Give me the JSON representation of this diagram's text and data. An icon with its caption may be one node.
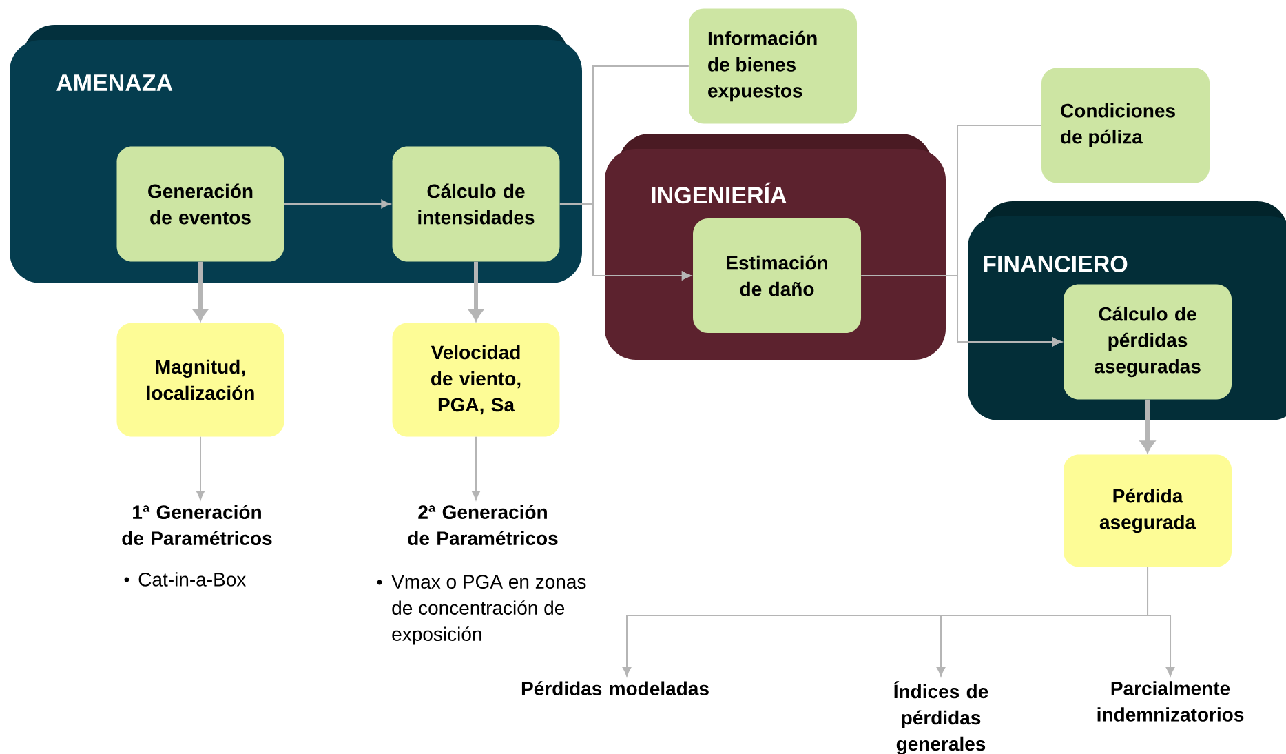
{
  "diagram": {
    "nodes": [
      {
        "text": [
          "AMENAZA"
        ]
      },
      {
        "text": [
          "Generación de eventos"
        ],
        "in": 0
      },
      {
        "text": [
          "Cálculo de intensidades"
        ],
        "in": 0
      },
      {
        "text": [
          "Magnitud, localización"
        ]
      },
      {
        "text": [
          "Velocidad de viento, PGA, Sa"
        ]
      },
      {
        "text": [
          "1ª Generación de Paramétricos"
        ],
        "beside": [
          "Cat-in-a-Box"
        ]
      },
      {
        "text": [
          "2ª Generación de Paramétricos"
        ],
        "beside": [
          "Vmax o PGA en zonas de concentración de exposición"
        ]
      },
      {
        "text": [
          "Información de bienes expuestos"
        ]
      },
      {
        "text": [
          "INGENIERÍA"
        ]
      },
      {
        "text": [
          "Estimación de daño"
        ],
        "in": 8
      },
      {
        "text": [
          "Condiciones de póliza"
        ]
      },
      {
        "text": [
          "FINANCIERO"
        ]
      },
      {
        "text": [
          "Cálculo de pérdidas aseguradas"
        ],
        "in": 11
      },
      {
        "text": [
          "Pérdida asegurada"
        ]
      },
      {
        "text": [
          "Pérdidas modeladas"
        ]
      },
      {
        "text": [
          "Índices de pérdidas generales"
        ]
      },
      {
        "text": [
          "Parcialmente indemnizatorios"
        ]
      }
    ],
    "edges": [
      {
        "from": 1,
        "to": 2,
        "arrow": "to"
      },
      {
        "from": 1,
        "to": 3,
        "arrow": "to",
        "style": "thick"
      },
      {
        "from": 2,
        "to": 4,
        "arrow": "to",
        "style": "thick"
      },
      {
        "from": 3,
        "to": 5,
        "arrow": "to"
      },
      {
        "from": 4,
        "to": 6,
        "arrow": "to"
      },
      {
        "from": 7,
        "to": 9,
        "arrow": "to"
      },
      {
        "from": 2,
        "to": 9,
        "arrow": "to"
      },
      {
        "from": 10,
        "to": 12,
        "arrow": "to"
      },
      {
        "from": 9,
        "to": 12,
        "arrow": "to"
      },
      {
        "from": 12,
        "to": 13,
        "arrow": "to",
        "style": "thick"
      },
      {
        "from": 13,
        "to": 14,
        "arrow": "to"
      },
      {
        "from": 13,
        "to": 15,
        "arrow": "to"
      },
      {
        "from": 13,
        "to": 16,
        "arrow": "to"
      }
    ]
  }
}
